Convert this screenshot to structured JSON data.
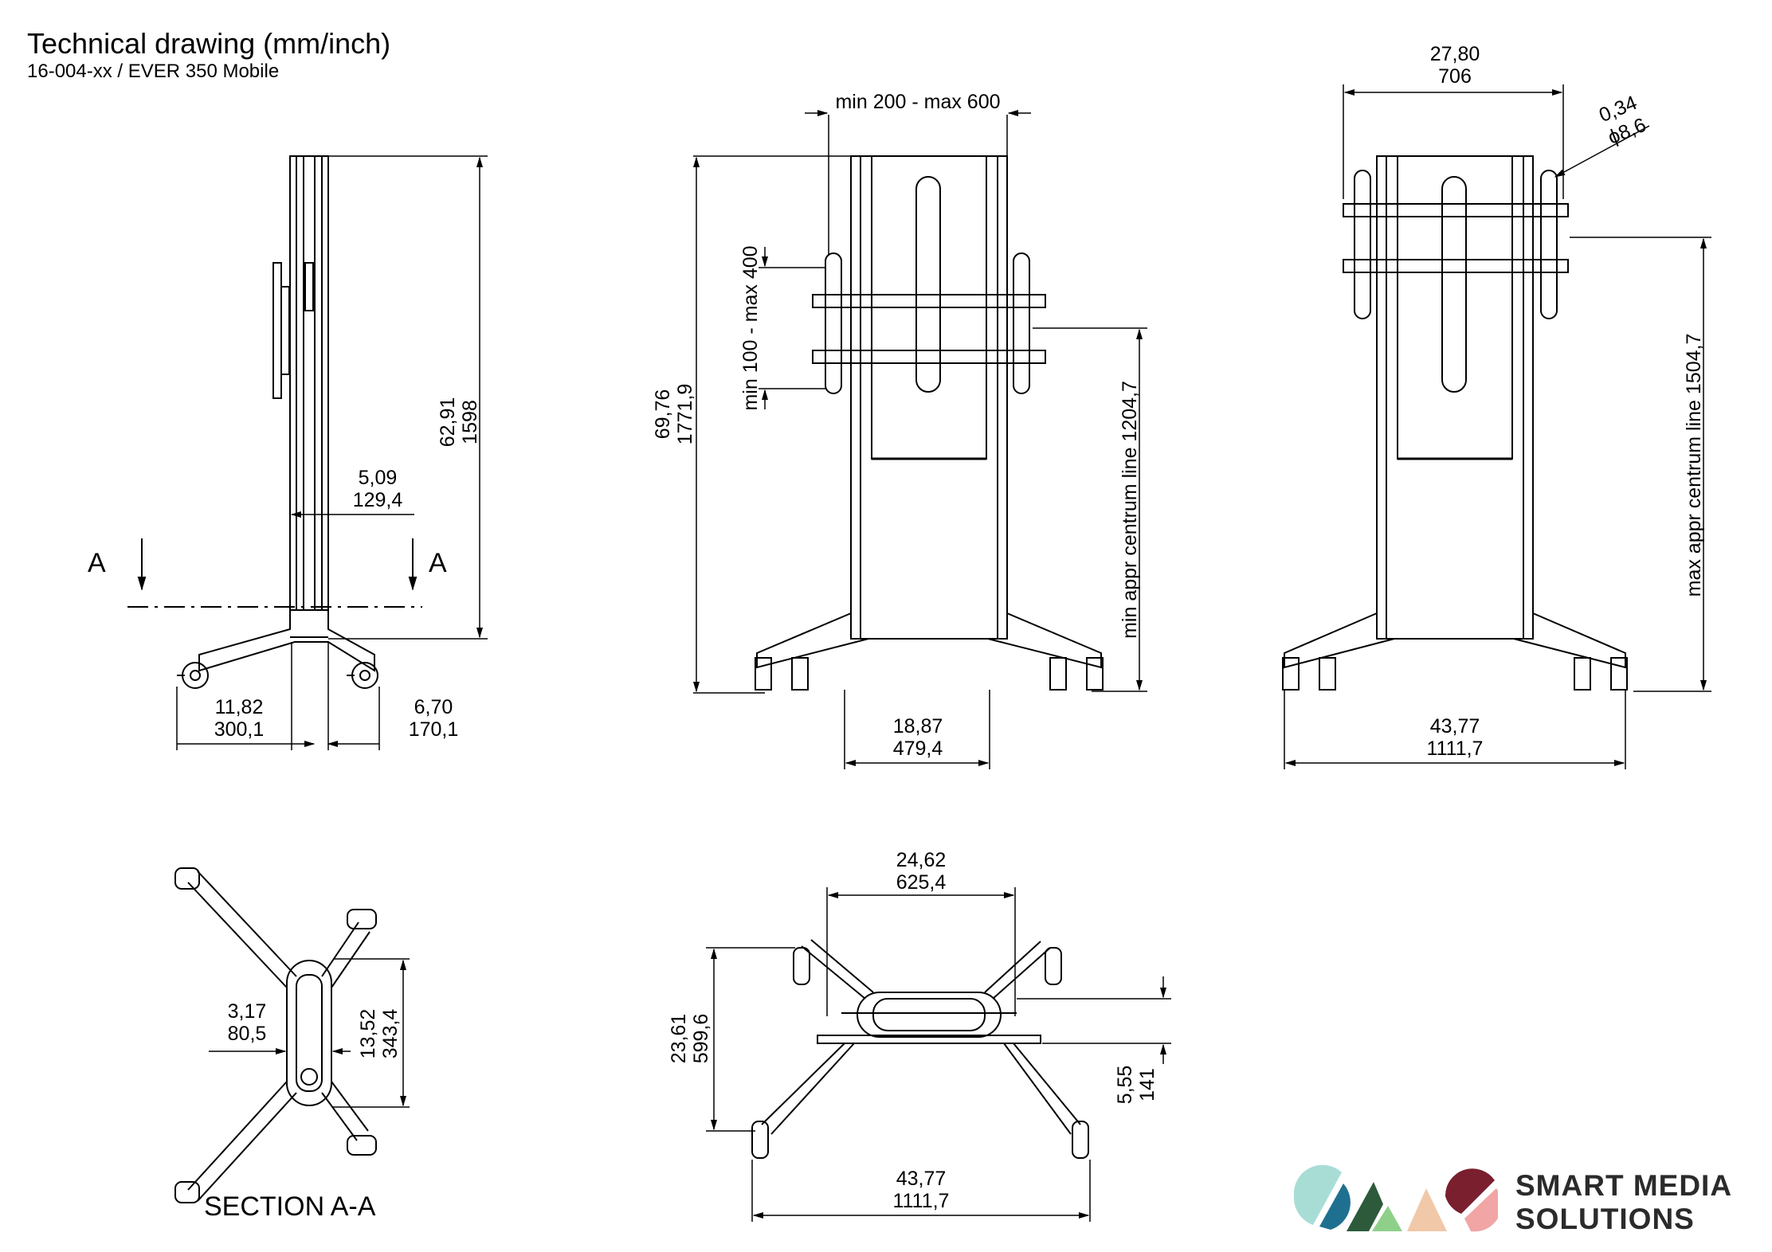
{
  "header": {
    "title": "Technical drawing (mm/inch)",
    "subtitle": "16-004-xx / EVER 350 Mobile"
  },
  "side_view": {
    "height_in": "62,91",
    "height_mm": "1598",
    "depth_in": "5,09",
    "depth_mm": "129,4",
    "front_in": "11,82",
    "front_mm": "300,1",
    "rear_in": "6,70",
    "rear_mm": "170,1",
    "section_mark_left": "A",
    "section_mark_right": "A"
  },
  "front_view_min": {
    "total_in": "69,76",
    "total_mm": "1771,9",
    "width_range": "min 200 - max 600",
    "height_range": "min 100 - max 400",
    "centrum_label": "min appr centrum line 1204,7",
    "base_in": "18,87",
    "base_mm": "479,4"
  },
  "front_view_max": {
    "width_in": "27,80",
    "width_mm": "706",
    "hole_in": "0,34",
    "hole_mm": "ϕ8,6",
    "centrum_label": "max appr centrum line 1504,7",
    "base_in": "43,77",
    "base_mm": "1111,7"
  },
  "section_view": {
    "label": "SECTION A-A",
    "w_in": "3,17",
    "w_mm": "80,5",
    "h_in": "13,52",
    "h_mm": "343,4"
  },
  "top_view": {
    "w_in": "24,62",
    "w_mm": "625,4",
    "depth_in": "23,61",
    "depth_mm": "599,6",
    "offset_in": "5,55",
    "offset_mm": "141",
    "base_in": "43,77",
    "base_mm": "1111,7"
  },
  "brand": {
    "line1": "SMART MEDIA",
    "line2": "SOLUTIONS",
    "colors": [
      "#a8ddd6",
      "#1f7090",
      "#2c5a3a",
      "#8ed08a",
      "#f1c8a8",
      "#7a1f2e",
      "#f1a5a5"
    ]
  }
}
